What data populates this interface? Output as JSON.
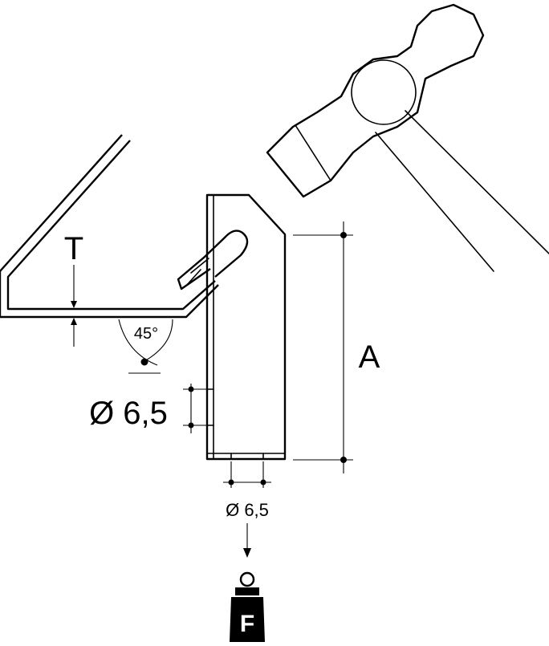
{
  "labels": {
    "thickness": "T",
    "angle": "45°",
    "hole_side": "Ø 6,5",
    "hole_bottom": "Ø 6,5",
    "height": "A",
    "force": "F"
  },
  "colors": {
    "ink": "#000000",
    "paper": "#ffffff"
  },
  "icons": {
    "hammer": "hammer-icon",
    "weight": "weight-icon"
  }
}
